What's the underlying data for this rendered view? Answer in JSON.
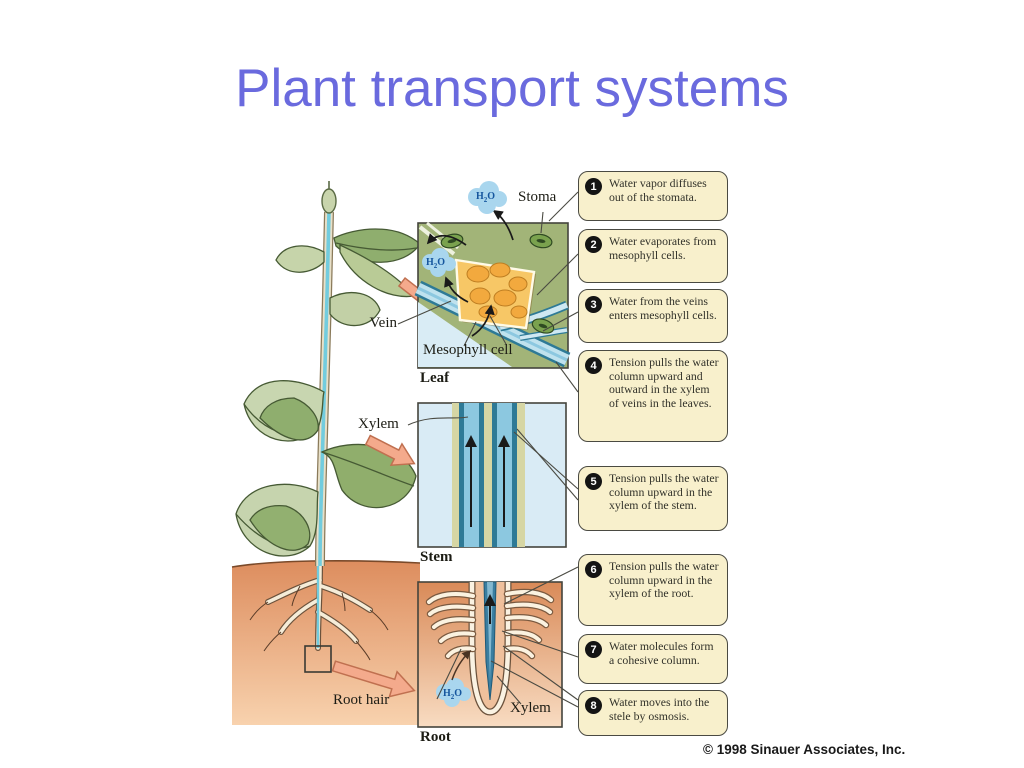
{
  "slide": {
    "title": "Plant transport systems"
  },
  "figure": {
    "copyright": "© 1998 Sinauer Associates, Inc.",
    "labels": {
      "stoma": "Stoma",
      "vein": "Vein",
      "xylem_stem": "Xylem",
      "mesophyll_cell": "Mesophyll cell",
      "leaf_panel": "Leaf",
      "stem_panel": "Stem",
      "root_panel": "Root",
      "root_hair": "Root hair",
      "xylem_root": "Xylem",
      "h2o": "H₂O"
    },
    "callouts": [
      {
        "num": "1",
        "text": "Water vapor diffuses out of the stomata."
      },
      {
        "num": "2",
        "text": "Water evaporates from mesophyll cells."
      },
      {
        "num": "3",
        "text": "Water from the veins enters mesophyll cells."
      },
      {
        "num": "4",
        "text": "Tension pulls the water column upward and outward in the xylem of veins in the leaves."
      },
      {
        "num": "5",
        "text": "Tension pulls the water column upward in the xylem of the stem."
      },
      {
        "num": "6",
        "text": "Tension pulls the water column upward in the xylem of the root."
      },
      {
        "num": "7",
        "text": "Water molecules form a cohesive column."
      },
      {
        "num": "8",
        "text": "Water moves into the stele by osmosis."
      }
    ],
    "colors": {
      "title_text": "#6a6ade",
      "callout_bg": "#f8f0cc",
      "leaf_panel_bg": "#a2b478",
      "stem_panel_bg": "#d9ebf5",
      "xylem_blue": "#8cc8e0",
      "dark_teal": "#2e7a96",
      "soil_salmon": "#e0946a",
      "h2o_cloud": "#a9d6ee",
      "arrow_salmon": "#f4aa8c",
      "mesophyll_orange": "#f2a93e"
    }
  }
}
